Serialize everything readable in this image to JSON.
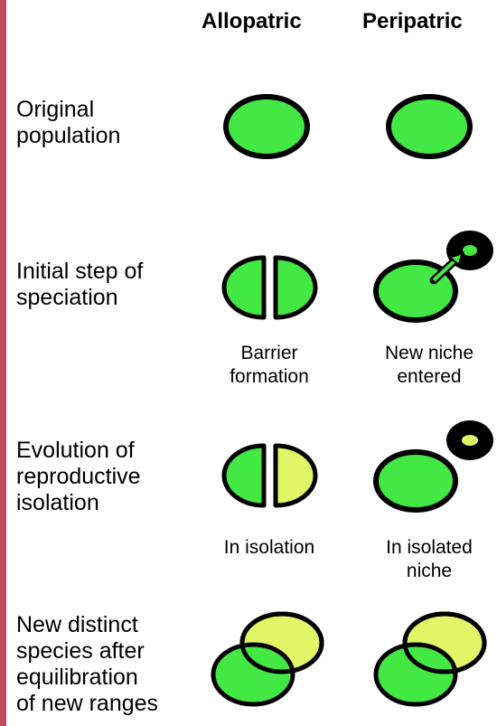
{
  "colors": {
    "accent_bar": "#c24a60",
    "population_green": "#44e844",
    "diverged_yellow": "#e2f566",
    "outline": "#000000",
    "background": "#ffffff"
  },
  "columns": {
    "allopatric": "Allopatric",
    "peripatric": "Peripatric"
  },
  "rows": {
    "original": "Original\npopulation",
    "initial": "Initial step of\nspeciation",
    "evolution": "Evolution of\nreproductive\nisolation",
    "new_species": "New distinct\nspecies after\nequilibration\nof new ranges"
  },
  "captions": {
    "barrier": "Barrier\nformation",
    "niche_entered": "New niche\nentered",
    "in_isolation": "In isolation",
    "in_isolated_niche": "In isolated\nniche"
  }
}
